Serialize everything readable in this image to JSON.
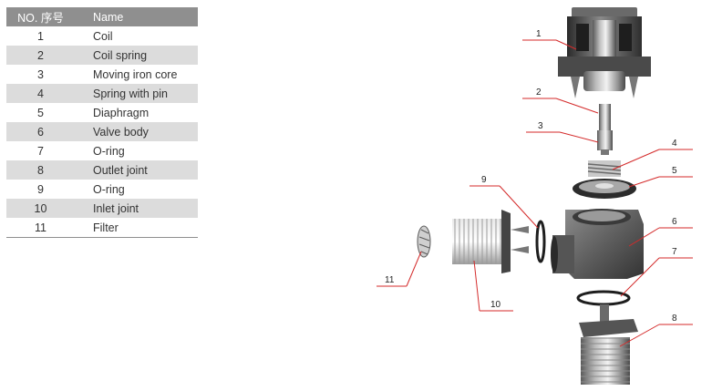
{
  "table": {
    "headers": [
      "NO. 序号",
      "Name"
    ],
    "rows": [
      {
        "no": "1",
        "name": "Coil"
      },
      {
        "no": "2",
        "name": "Coil spring"
      },
      {
        "no": "3",
        "name": "Moving iron core"
      },
      {
        "no": "4",
        "name": "Spring with pin"
      },
      {
        "no": "5",
        "name": "Diaphragm"
      },
      {
        "no": "6",
        "name": "Valve body"
      },
      {
        "no": "7",
        "name": "O-ring"
      },
      {
        "no": "8",
        "name": "Outlet joint"
      },
      {
        "no": "9",
        "name": "O-ring"
      },
      {
        "no": "10",
        "name": "Inlet joint"
      },
      {
        "no": "11",
        "name": "Filter"
      }
    ]
  },
  "callouts": [
    "1",
    "2",
    "3",
    "4",
    "5",
    "6",
    "7",
    "8",
    "9",
    "10",
    "11"
  ],
  "colors": {
    "header_bg": "#8f8f8f",
    "stripe_bg": "#dcdcdc",
    "leader_line": "#d42a2a"
  }
}
